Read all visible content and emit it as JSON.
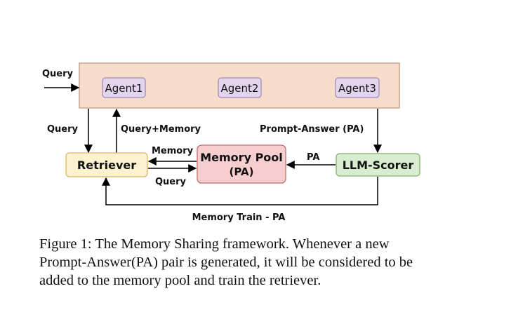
{
  "diagram": {
    "agents": [
      "Agent1",
      "Agent2",
      "Agent3"
    ],
    "nodes": {
      "retriever": "Retriever",
      "memory_pool_line1": "Memory Pool",
      "memory_pool_line2": "(PA)",
      "llm_scorer": "LLM-Scorer"
    },
    "edge_labels": {
      "query_in": "Query",
      "query_down": "Query",
      "query_memory": "Query+Memory",
      "prompt_answer": "Prompt-Answer (PA)",
      "memory": "Memory",
      "query_to_pool": "Query",
      "pa": "PA",
      "memory_train": "Memory Train - PA"
    },
    "colors": {
      "agent_bar_fill": "#f8dccb",
      "agent_bar_border": "#c9a58c",
      "agent_fill": "#e4d5ef",
      "agent_border": "#9b86b8",
      "retriever_fill": "#fdf2cf",
      "retriever_border": "#d6b968",
      "memory_pool_fill": "#f7cecf",
      "memory_pool_border": "#c46a6d",
      "llm_scorer_fill": "#d8ecd0",
      "llm_scorer_border": "#86b06f"
    }
  },
  "caption": "Figure 1: The Memory Sharing framework. Whenever a new Prompt-Answer(PA) pair is generated, it will be considered to be added to the memory pool and train the retriever."
}
